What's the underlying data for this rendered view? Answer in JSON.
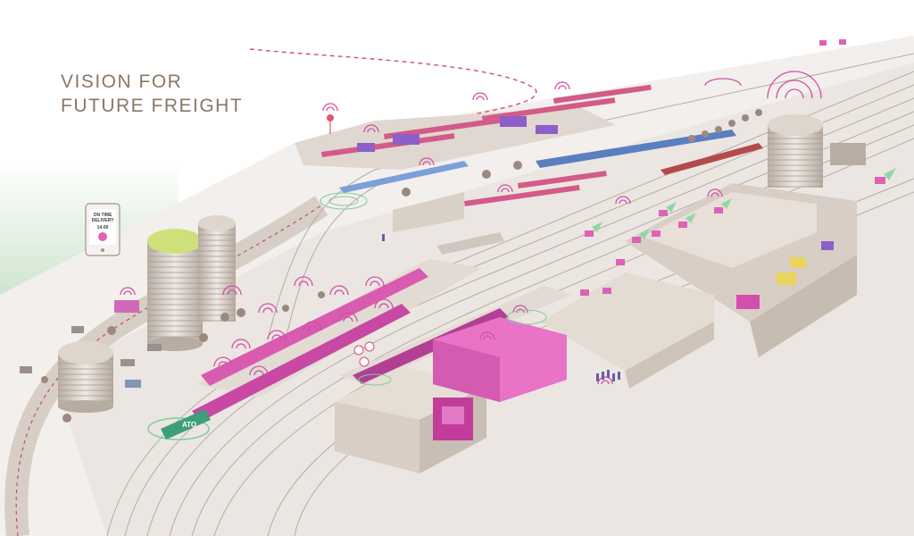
{
  "title": {
    "line1": "VISION FOR",
    "line2": "FUTURE FREIGHT"
  },
  "tablet": {
    "line1": "ON TIME",
    "line2": "DELIVERY",
    "time": "14:00"
  },
  "train_label": "ATO",
  "icons": [
    "wifi-signal-icon",
    "location-pin-icon",
    "drone-icon",
    "warehouse-icon",
    "silo-icon",
    "tablet-icon",
    "train-icon"
  ],
  "colors": {
    "accent": "#d14fa6",
    "accent_light": "#f0a9d6",
    "purple": "#8d5fc8",
    "ground": "#ece7e2",
    "building": "#dcd3cb",
    "green": "#7fcf9a",
    "text": "#8a7766"
  }
}
